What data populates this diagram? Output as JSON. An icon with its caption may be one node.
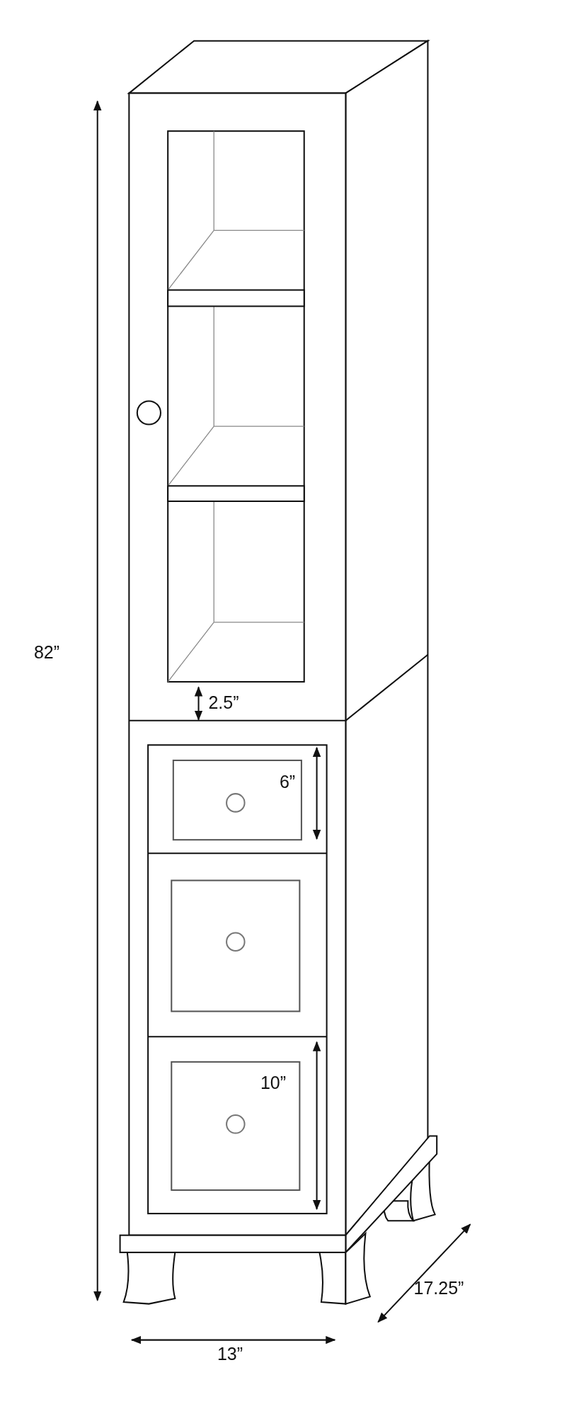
{
  "diagram": {
    "labels": [
      "82”",
      "2.5”",
      "6”",
      "10”",
      "17.25”",
      "13”"
    ]
  }
}
